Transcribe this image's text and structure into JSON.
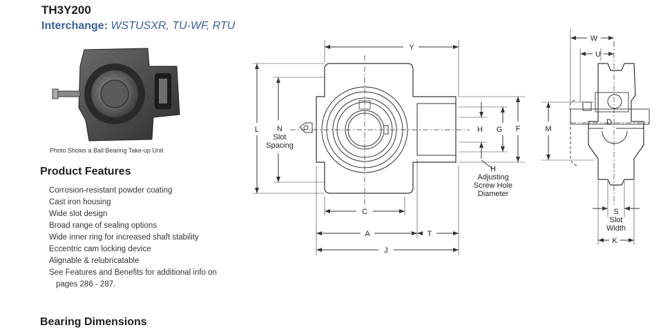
{
  "product": {
    "code": "TH3Y200",
    "interchange_label": "Interchange:",
    "interchange_values": "WSTUSXR, TU-WF, RTU"
  },
  "photo": {
    "caption": "Photo Shows a Ball Bearing Take-up Unit"
  },
  "features": {
    "heading": "Product Features",
    "items": [
      "Corrosion-resistant powder coating",
      "Cast iron housing",
      "Wide slot design",
      "Broad range of sealing options",
      "Wide inner ring for increased shaft stability",
      "Eccentric cam locking device",
      "Alignable & relubricatable",
      "See Features and Benefits for additional info on",
      "pages 286 - 287."
    ]
  },
  "dimensions_heading": "Bearing Dimensions",
  "drawing_labels": {
    "Y": "Y",
    "L": "L",
    "N": "N",
    "slot": "Slot",
    "spacing": "Spacing",
    "H": "H",
    "G": "G",
    "F": "F",
    "adjusting": "Adjusting",
    "screw_hole": "Screw Hole",
    "diameter": "Diameter",
    "C": "C",
    "A": "A",
    "T": "T",
    "J": "J",
    "W": "W",
    "U": "U",
    "M": "M",
    "D": "D",
    "S": "S",
    "slot_width_1": "Slot",
    "slot_width_2": "Width",
    "K": "K"
  },
  "colors": {
    "heading_blue": "#3a5f98",
    "housing": "#4a4a4a"
  }
}
